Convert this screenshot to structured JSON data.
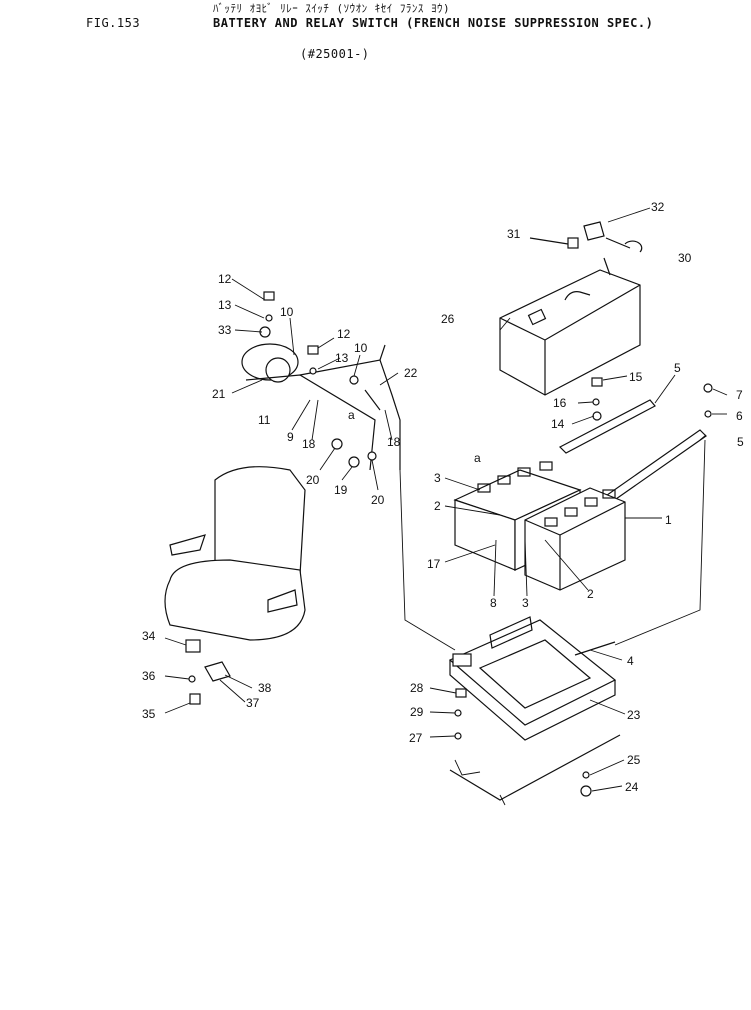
{
  "header": {
    "fig": "FIG.153",
    "jp_title": "ﾊﾞｯﾃﾘ ｵﾖﾋﾞ ﾘﾚｰ ｽｲｯﾁ (ｿｳｵﾝ ｷｾｲ ﾌﾗﾝｽ ﾖｳ)",
    "title": "BATTERY AND RELAY SWITCH (FRENCH NOISE SUPPRESSION SPEC.)",
    "serial": "(#25001-)"
  },
  "callouts": [
    "1",
    "2",
    "3",
    "4",
    "5",
    "6",
    "7",
    "8",
    "9",
    "10",
    "11",
    "12",
    "13",
    "14",
    "15",
    "16",
    "17",
    "18",
    "19",
    "20",
    "21",
    "22",
    "23",
    "24",
    "25",
    "26",
    "27",
    "28",
    "29",
    "30",
    "31",
    "32",
    "33",
    "34",
    "35",
    "36",
    "37",
    "38",
    "a"
  ]
}
